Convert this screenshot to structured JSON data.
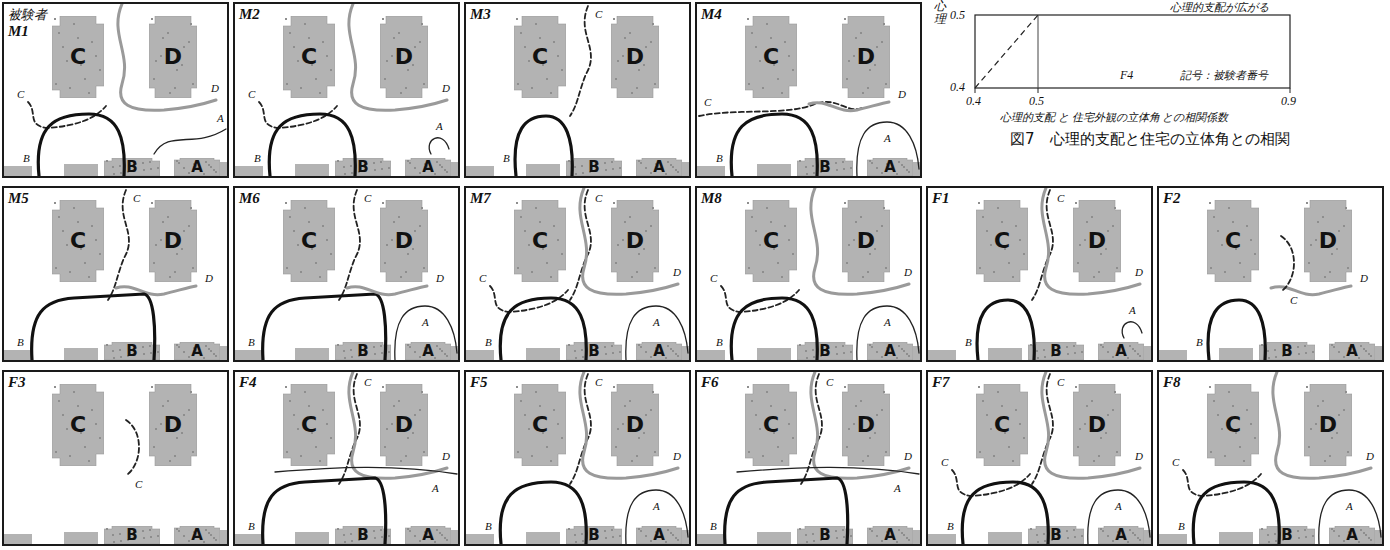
{
  "diagram": {
    "caption": "図7　心理的支配と住宅の立体角との相関",
    "nodes": [
      {
        "text": [
          "被験者",
          "M1"
        ]
      },
      {
        "text": [
          "C"
        ],
        "in": 0
      },
      {
        "text": [
          "D"
        ],
        "in": 0
      },
      {
        "text": [
          "B"
        ],
        "in": 0
      },
      {
        "text": [
          "A"
        ],
        "in": 0
      },
      {
        "text": [
          "M2"
        ]
      },
      {
        "text": [
          "C"
        ],
        "in": 5
      },
      {
        "text": [
          "D"
        ],
        "in": 5
      },
      {
        "text": [
          "B"
        ],
        "in": 5
      },
      {
        "text": [
          "A"
        ],
        "in": 5
      },
      {
        "text": [
          "M3"
        ]
      },
      {
        "text": [
          "C"
        ],
        "in": 10
      },
      {
        "text": [
          "D"
        ],
        "in": 10
      },
      {
        "text": [
          "B"
        ],
        "in": 10
      },
      {
        "text": [
          "A"
        ],
        "in": 10
      },
      {
        "text": [
          "M4"
        ]
      },
      {
        "text": [
          "C"
        ],
        "in": 15
      },
      {
        "text": [
          "D"
        ],
        "in": 15
      },
      {
        "text": [
          "B"
        ],
        "in": 15
      },
      {
        "text": [
          "A"
        ],
        "in": 15
      },
      {
        "text": [
          "M5"
        ]
      },
      {
        "text": [
          "C"
        ],
        "in": 20
      },
      {
        "text": [
          "D"
        ],
        "in": 20
      },
      {
        "text": [
          "B"
        ],
        "in": 20
      },
      {
        "text": [
          "A"
        ],
        "in": 20
      },
      {
        "text": [
          "M6"
        ]
      },
      {
        "text": [
          "C"
        ],
        "in": 25
      },
      {
        "text": [
          "D"
        ],
        "in": 25
      },
      {
        "text": [
          "B"
        ],
        "in": 25
      },
      {
        "text": [
          "A"
        ],
        "in": 25
      },
      {
        "text": [
          "M7"
        ]
      },
      {
        "text": [
          "C"
        ],
        "in": 30
      },
      {
        "text": [
          "D"
        ],
        "in": 30
      },
      {
        "text": [
          "B"
        ],
        "in": 30
      },
      {
        "text": [
          "A"
        ],
        "in": 30
      },
      {
        "text": [
          "M8"
        ]
      },
      {
        "text": [
          "C"
        ],
        "in": 35
      },
      {
        "text": [
          "D"
        ],
        "in": 35
      },
      {
        "text": [
          "B"
        ],
        "in": 35
      },
      {
        "text": [
          "A"
        ],
        "in": 35
      },
      {
        "text": [
          "F1"
        ]
      },
      {
        "text": [
          "C"
        ],
        "in": 40
      },
      {
        "text": [
          "D"
        ],
        "in": 40
      },
      {
        "text": [
          "B"
        ],
        "in": 40
      },
      {
        "text": [
          "A"
        ],
        "in": 40
      },
      {
        "text": [
          "F2"
        ]
      },
      {
        "text": [
          "C"
        ],
        "in": 45
      },
      {
        "text": [
          "D"
        ],
        "in": 45
      },
      {
        "text": [
          "B"
        ],
        "in": 45
      },
      {
        "text": [
          "A"
        ],
        "in": 45
      },
      {
        "text": [
          "F3"
        ]
      },
      {
        "text": [
          "C"
        ],
        "in": 50
      },
      {
        "text": [
          "D"
        ],
        "in": 50
      },
      {
        "text": [
          "B"
        ],
        "in": 50
      },
      {
        "text": [
          "A"
        ],
        "in": 50
      },
      {
        "text": [
          "F4"
        ]
      },
      {
        "text": [
          "C"
        ],
        "in": 55
      },
      {
        "text": [
          "D"
        ],
        "in": 55
      },
      {
        "text": [
          "B"
        ],
        "in": 55
      },
      {
        "text": [
          "A"
        ],
        "in": 55
      },
      {
        "text": [
          "F5"
        ]
      },
      {
        "text": [
          "C"
        ],
        "in": 60
      },
      {
        "text": [
          "D"
        ],
        "in": 60
      },
      {
        "text": [
          "B"
        ],
        "in": 60
      },
      {
        "text": [
          "A"
        ],
        "in": 60
      },
      {
        "text": [
          "F6"
        ]
      },
      {
        "text": [
          "C"
        ],
        "in": 65
      },
      {
        "text": [
          "D"
        ],
        "in": 65
      },
      {
        "text": [
          "B"
        ],
        "in": 65
      },
      {
        "text": [
          "A"
        ],
        "in": 65
      },
      {
        "text": [
          "F7"
        ]
      },
      {
        "text": [
          "C"
        ],
        "in": 70
      },
      {
        "text": [
          "D"
        ],
        "in": 70
      },
      {
        "text": [
          "B"
        ],
        "in": 70
      },
      {
        "text": [
          "A"
        ],
        "in": 70
      },
      {
        "text": [
          "F8"
        ]
      },
      {
        "text": [
          "C"
        ],
        "in": 75
      },
      {
        "text": [
          "D"
        ],
        "in": 75
      },
      {
        "text": [
          "B"
        ],
        "in": 75
      },
      {
        "text": [
          "A"
        ],
        "in": 75
      }
    ],
    "labels": [
      "心理",
      "心理的支配が広がる",
      "0.5",
      "0.4",
      "F4",
      "記号：被験者番号",
      "0.4",
      "0.5",
      "0.9",
      "心理的支配 と 住宅外観の立体角 との相関係数",
      "D",
      "C",
      "B",
      "A",
      "D",
      "C",
      "B",
      "A",
      "C",
      "B",
      "C",
      "B",
      "D",
      "A",
      "C",
      "D",
      "B",
      "C",
      "B",
      "D",
      "A",
      "C",
      "D",
      "C",
      "B",
      "A",
      "D",
      "C",
      "B",
      "A",
      "C",
      "D",
      "B",
      "A",
      "D",
      "C",
      "B",
      "C",
      "C",
      "D",
      "B",
      "A",
      "C",
      "D",
      "B",
      "A",
      "C",
      "D",
      "B",
      "A",
      "C",
      "D",
      "C",
      "B",
      "A",
      "D",
      "C",
      "B",
      "A"
    ]
  }
}
